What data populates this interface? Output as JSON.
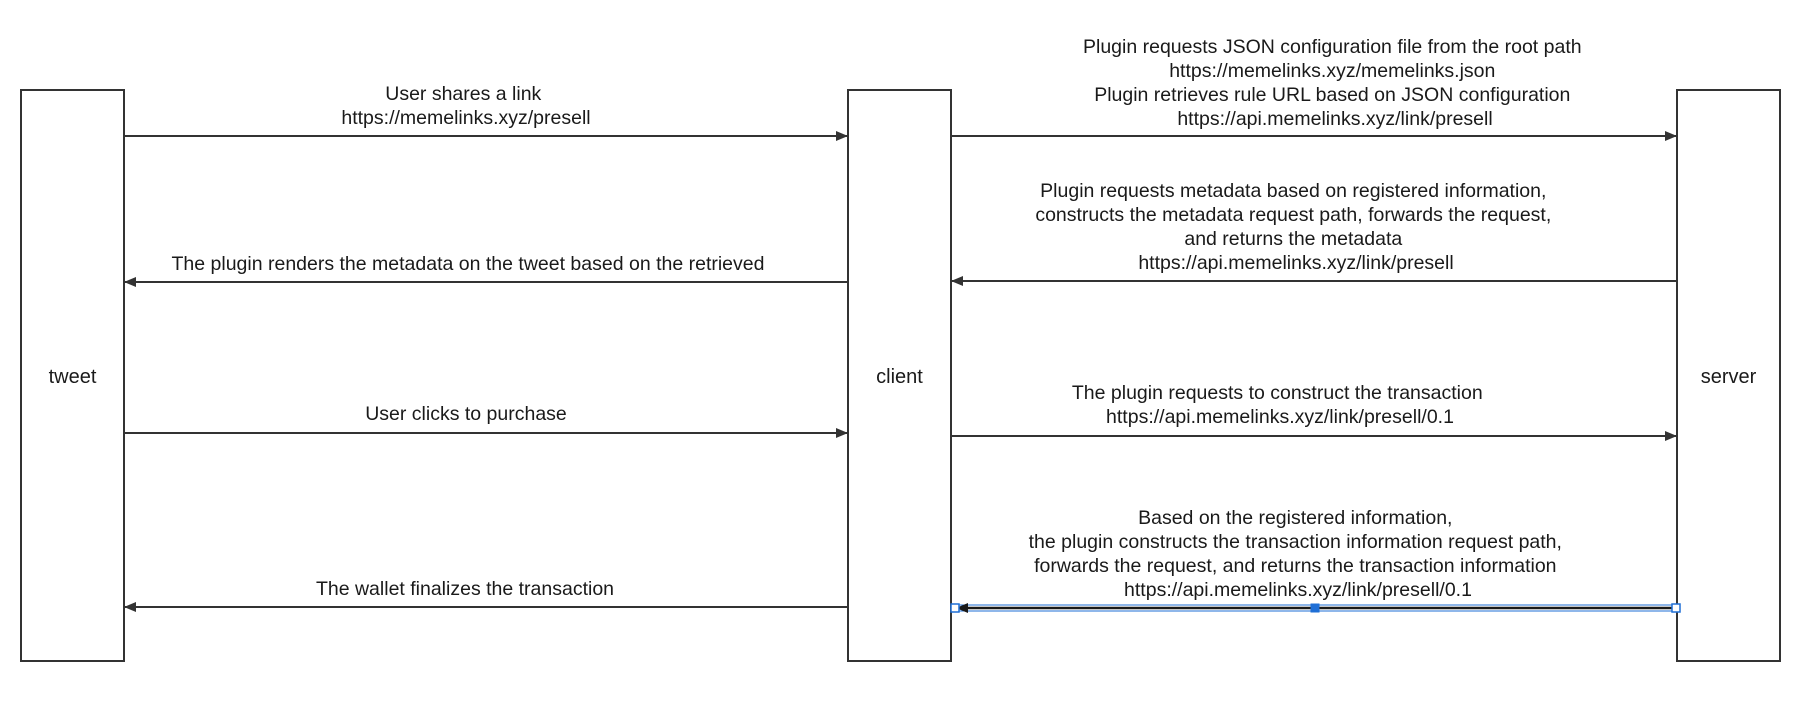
{
  "participants": {
    "tweet": {
      "label": "tweet"
    },
    "client": {
      "label": "client"
    },
    "server": {
      "label": "server"
    }
  },
  "messages": [
    {
      "id": "msg-share-link",
      "from": "tweet",
      "to": "client",
      "lines": [
        "User shares a link",
        "https://memelinks.xyz/presell"
      ]
    },
    {
      "id": "msg-request-config",
      "from": "client",
      "to": "server",
      "lines": [
        "Plugin requests JSON configuration file from the root path",
        "https://memelinks.xyz/memelinks.json",
        "Plugin retrieves rule URL based on JSON configuration",
        "https://api.memelinks.xyz/link/presell"
      ]
    },
    {
      "id": "msg-return-metadata",
      "from": "server",
      "to": "client",
      "lines": [
        "Plugin requests metadata based on registered information,",
        "constructs the metadata request path, forwards the request,",
        "and returns the metadata",
        "https://api.memelinks.xyz/link/presell"
      ]
    },
    {
      "id": "msg-render-metadata",
      "from": "client",
      "to": "tweet",
      "lines": [
        "The plugin renders the metadata on the tweet based on the retrieved"
      ]
    },
    {
      "id": "msg-click-purchase",
      "from": "tweet",
      "to": "client",
      "lines": [
        "User clicks to purchase"
      ]
    },
    {
      "id": "msg-construct-transaction",
      "from": "client",
      "to": "server",
      "lines": [
        "The plugin requests to construct the transaction",
        "https://api.memelinks.xyz/link/presell/0.1"
      ]
    },
    {
      "id": "msg-return-transaction",
      "from": "server",
      "to": "client",
      "selected": true,
      "lines": [
        "Based on the registered information,",
        "the plugin constructs the transaction information request path,",
        "forwards the request, and returns the transaction information",
        "https://api.memelinks.xyz/link/presell/0.1"
      ]
    },
    {
      "id": "msg-finalize-transaction",
      "from": "client",
      "to": "tweet",
      "lines": [
        "The wallet finalizes the transaction"
      ]
    }
  ],
  "colors": {
    "stroke": "#333333",
    "selection": "#1f6fd6",
    "text": "#1a1a1a"
  }
}
